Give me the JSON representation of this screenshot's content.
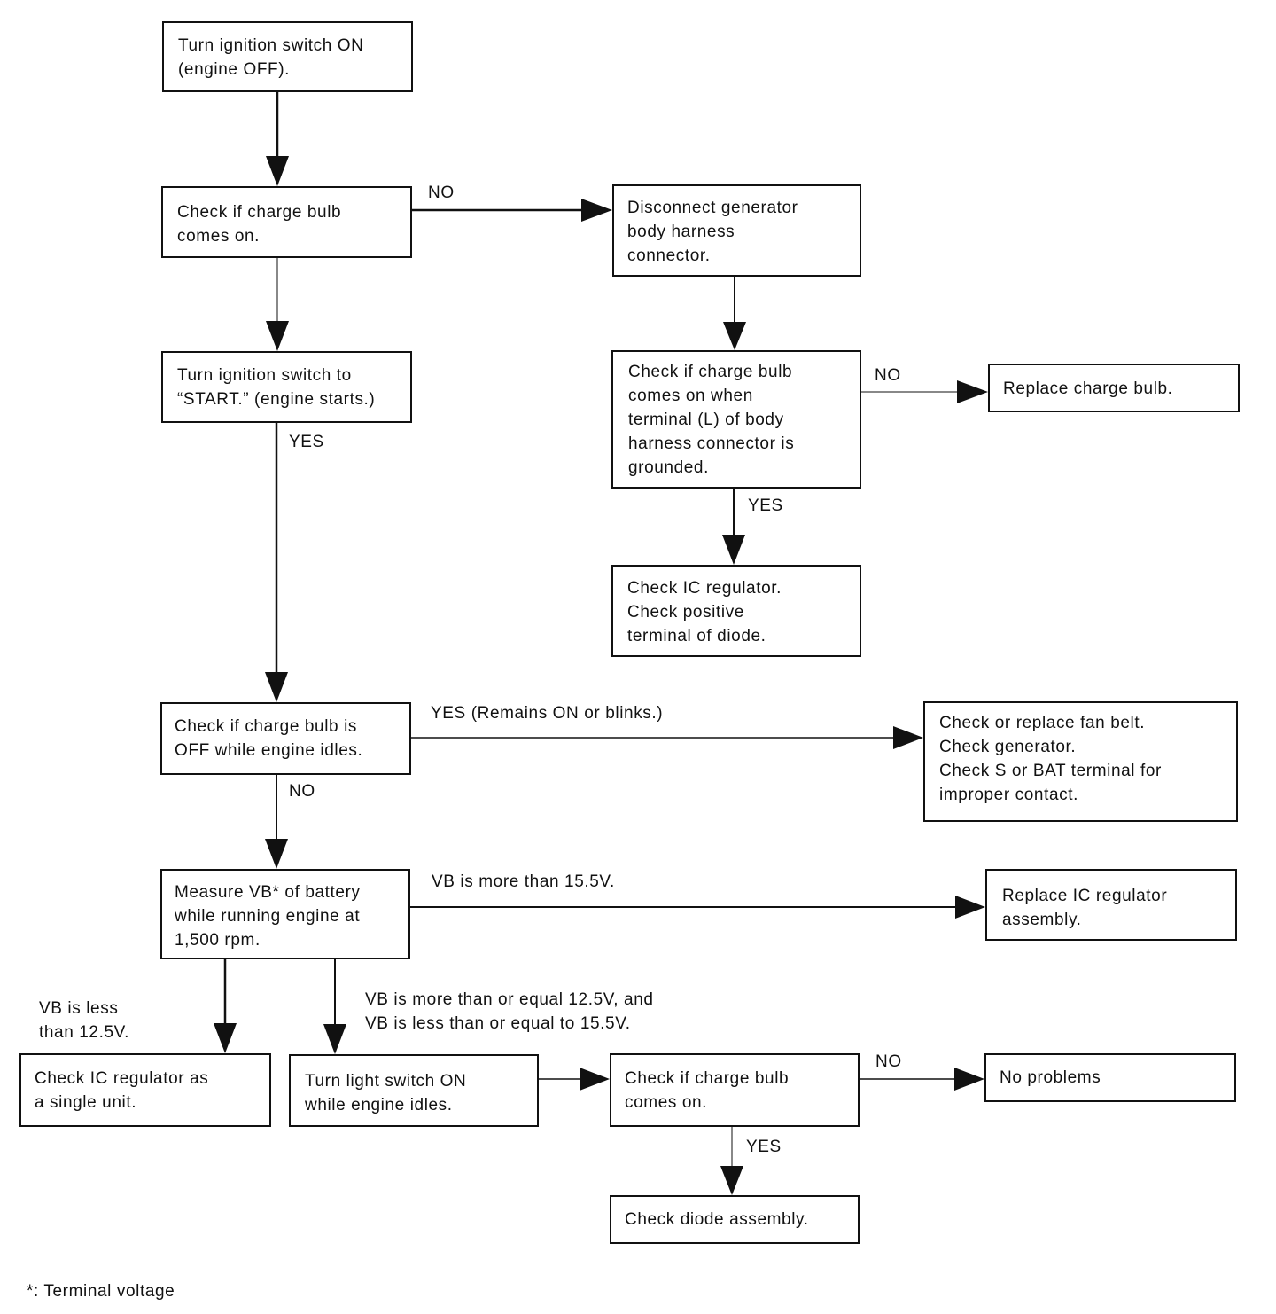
{
  "boxes": {
    "b1": "Turn ignition switch ON\n(engine OFF).",
    "b2": "Check if charge bulb\ncomes on.",
    "b3": "Turn ignition switch to\n“START.” (engine starts.)",
    "b4": "Check if charge bulb is\nOFF while engine idles.",
    "b5": "Measure VB* of battery\nwhile running engine at\n1,500 rpm.",
    "b6": "Disconnect generator\nbody harness\nconnector.",
    "b7": "Check if charge bulb\ncomes on when\nterminal (L) of body\nharness connector is\ngrounded.",
    "b8": "Replace charge bulb.",
    "b9": "Check IC regulator.\nCheck positive\nterminal of diode.",
    "b10": "Check or replace fan belt.\nCheck generator.\nCheck S or BAT terminal for\nimproper contact.",
    "b11": "Replace IC regulator\nassembly.",
    "b12": "Check IC regulator as\na single unit.",
    "b13": "Turn light switch ON\nwhile engine idles.",
    "b14": "Check if charge bulb\ncomes on.",
    "b15": "No problems",
    "b16": "Check diode assembly."
  },
  "labels": {
    "l1": "NO",
    "l2": "YES",
    "l3": "NO",
    "l4": "YES",
    "l5": "YES (Remains ON or blinks.)",
    "l6": "NO",
    "l7": "VB is more than 15.5V.",
    "l8": "VB is less\nthan 12.5V.",
    "l9": "VB is more than or equal 12.5V, and\nVB is less than or equal to 15.5V.",
    "l10": "NO",
    "l11": "YES"
  },
  "footnote": "*: Terminal voltage",
  "colors": {
    "ink": "#111111",
    "background": "#ffffff"
  }
}
